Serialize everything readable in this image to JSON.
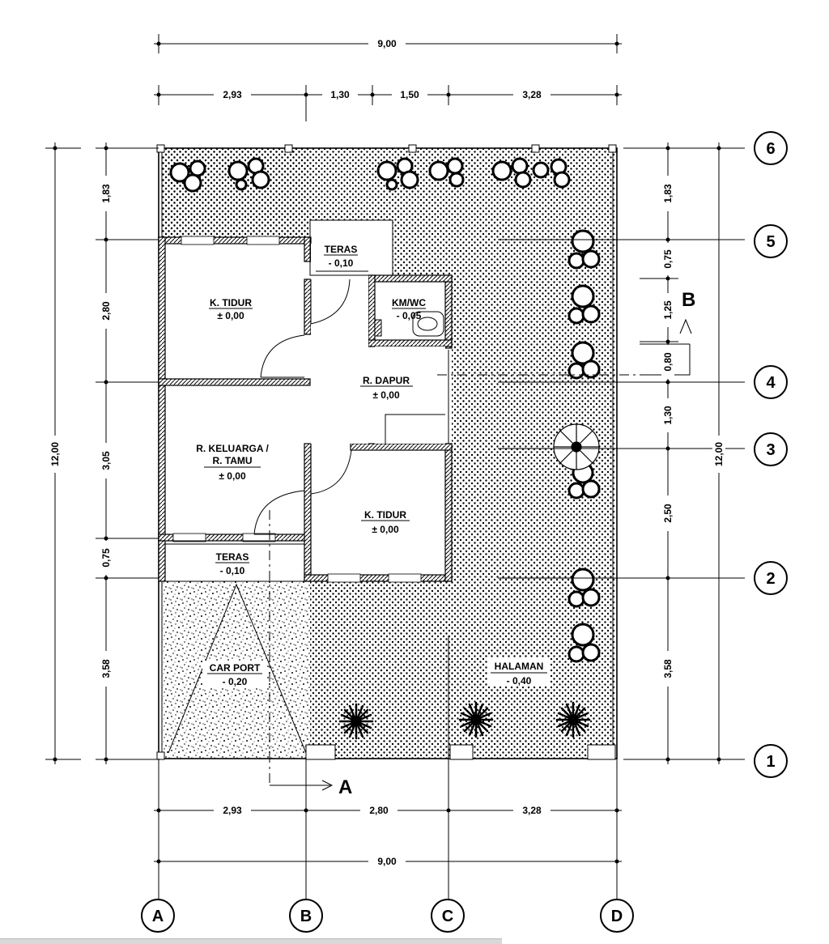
{
  "overall_dims": {
    "top_total": "9,00",
    "bottom_total": "9,00",
    "left_total": "12,00",
    "right_total": "12,00"
  },
  "top_dims": [
    "2,93",
    "1,30",
    "1,50",
    "3,28"
  ],
  "bottom_dims": [
    "2,93",
    "2,80",
    "3,28"
  ],
  "left_dims": [
    "1,83",
    "2,80",
    "3,05",
    "0,75",
    "3,58"
  ],
  "right_dims": [
    "1,83",
    "0,75",
    "1,25",
    "0,80",
    "1,30",
    "2,50",
    "3,58"
  ],
  "grid_columns": [
    "A",
    "B",
    "C",
    "D"
  ],
  "grid_rows": [
    "1",
    "2",
    "3",
    "4",
    "5",
    "6"
  ],
  "section_marks": {
    "a": "A",
    "b": "B"
  },
  "rooms": {
    "bed1": {
      "name": "K. TIDUR",
      "level": "± 0,00"
    },
    "teras_top": {
      "name": "TERAS",
      "level": "- 0,10"
    },
    "kmwc": {
      "name": "KM/WC",
      "level": "- 0,05"
    },
    "dapur": {
      "name": "R. DAPUR",
      "level": "± 0,00"
    },
    "keluarga": {
      "name1": "R. KELUARGA /",
      "name2": "R. TAMU",
      "level": "± 0,00"
    },
    "bed2": {
      "name": "K. TIDUR",
      "level": "± 0,00"
    },
    "teras_bottom": {
      "name": "TERAS",
      "level": "- 0,10"
    },
    "carport": {
      "name": "CAR PORT",
      "level": "- 0,20"
    },
    "halaman": {
      "name": "HALAMAN",
      "level": "- 0,40"
    }
  },
  "colors": {
    "ink": "#000000",
    "paper": "#ffffff"
  }
}
